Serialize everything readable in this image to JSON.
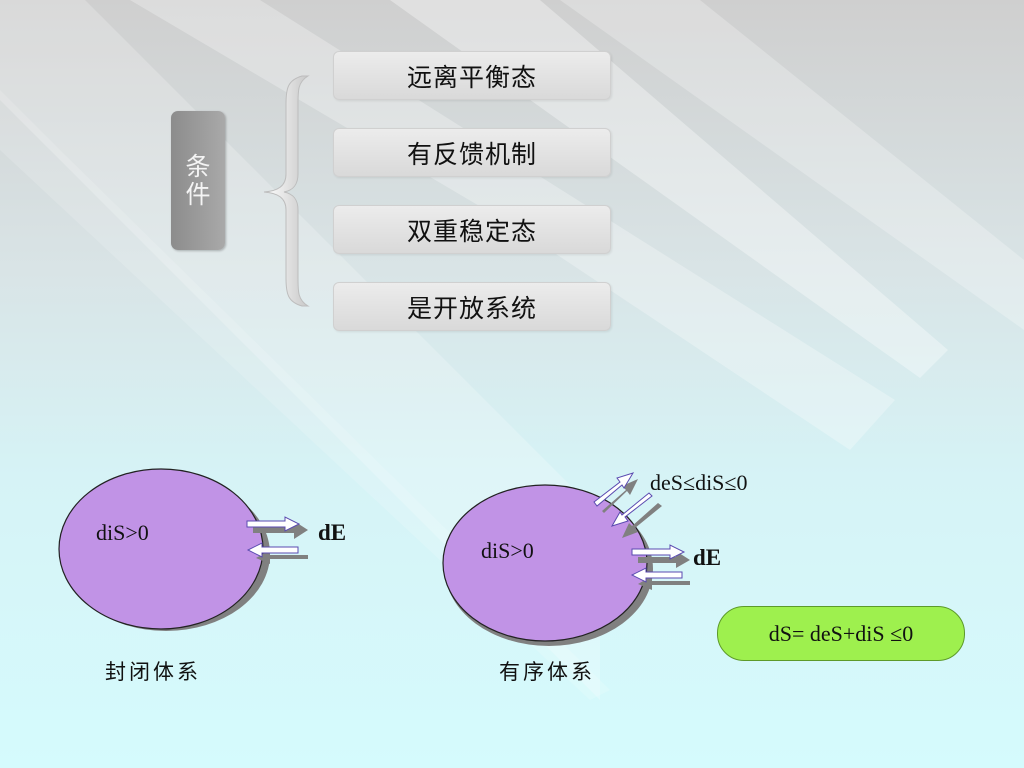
{
  "conditions": {
    "label": [
      "条",
      "件"
    ],
    "items": [
      "远离平衡态",
      "有反馈机制",
      "双重稳定态",
      "是开放系统"
    ]
  },
  "closed_system": {
    "internal_label": "diS>0",
    "exchange_label": "dE",
    "caption": "封闭体系"
  },
  "ordered_system": {
    "internal_label": "diS>0",
    "exchange_label": "dE",
    "entropy_flow_label": "deS≤diS≤0",
    "caption": "有序体系"
  },
  "formula": "dS= deS+diS ≤0",
  "colors": {
    "ellipse": "#c193e6",
    "formula_fill": "#9ef04e",
    "condition_label": "#9a9a9a"
  }
}
